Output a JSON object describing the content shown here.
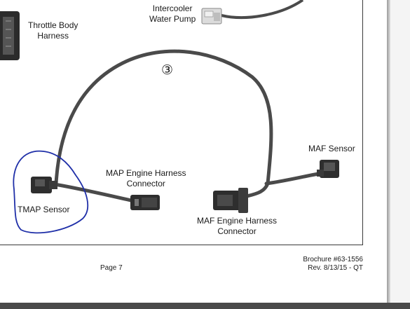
{
  "labels": {
    "throttle_body": [
      "Throttle Body",
      "Harness"
    ],
    "intercooler": [
      "Intercooler",
      "Water Pump"
    ],
    "step_marker": "③",
    "maf_sensor": "MAF Sensor",
    "map_connector": [
      "MAP Engine Harness",
      "Connector"
    ],
    "tmap_sensor": "TMAP Sensor",
    "maf_connector": [
      "MAF Engine Harness",
      "Connector"
    ]
  },
  "footer": {
    "page": "Page 7",
    "brochure": "Brochure #63-1556",
    "revision": "Rev. 8/13/15 - QT"
  },
  "colors": {
    "wire": "#4a4a4a",
    "annotation": "#1f2fa8",
    "frame": "#3a3a3a"
  }
}
